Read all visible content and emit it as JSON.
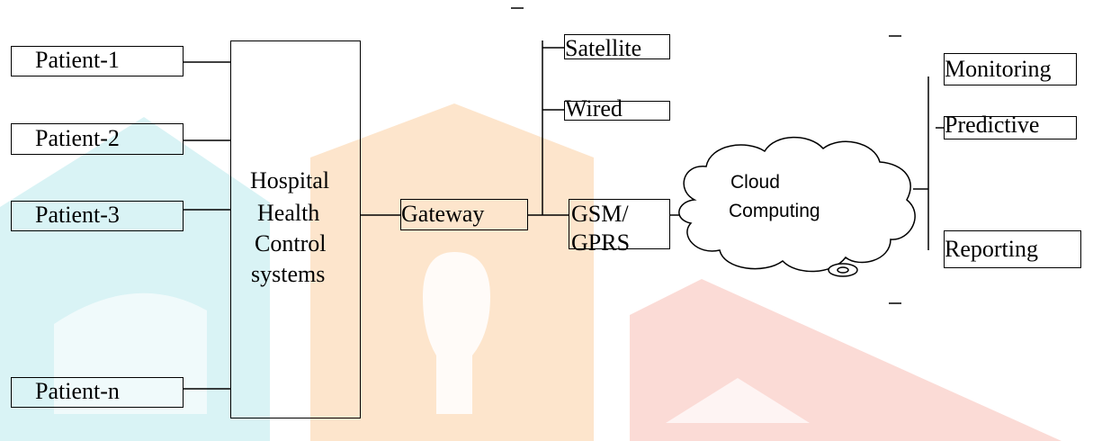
{
  "diagram": {
    "patients": [
      "Patient-1",
      "Patient-2",
      "Patient-3",
      "Patient-n"
    ],
    "control": [
      "Hospital",
      "Health",
      "Control",
      "systems"
    ],
    "gateway": "Gateway",
    "networks": {
      "satellite": "Satellite",
      "wired": "Wired",
      "gsm": "GSM/",
      "gprs": "GPRS"
    },
    "cloud": [
      "Cloud",
      "Computing"
    ],
    "services": [
      "Monitoring",
      "Predictive",
      "Reporting"
    ]
  },
  "colors": {
    "line": "#000000",
    "watermark_teal": "#d6f2f4",
    "watermark_orange": "#fde6cc",
    "watermark_red": "#fbd9d5"
  }
}
